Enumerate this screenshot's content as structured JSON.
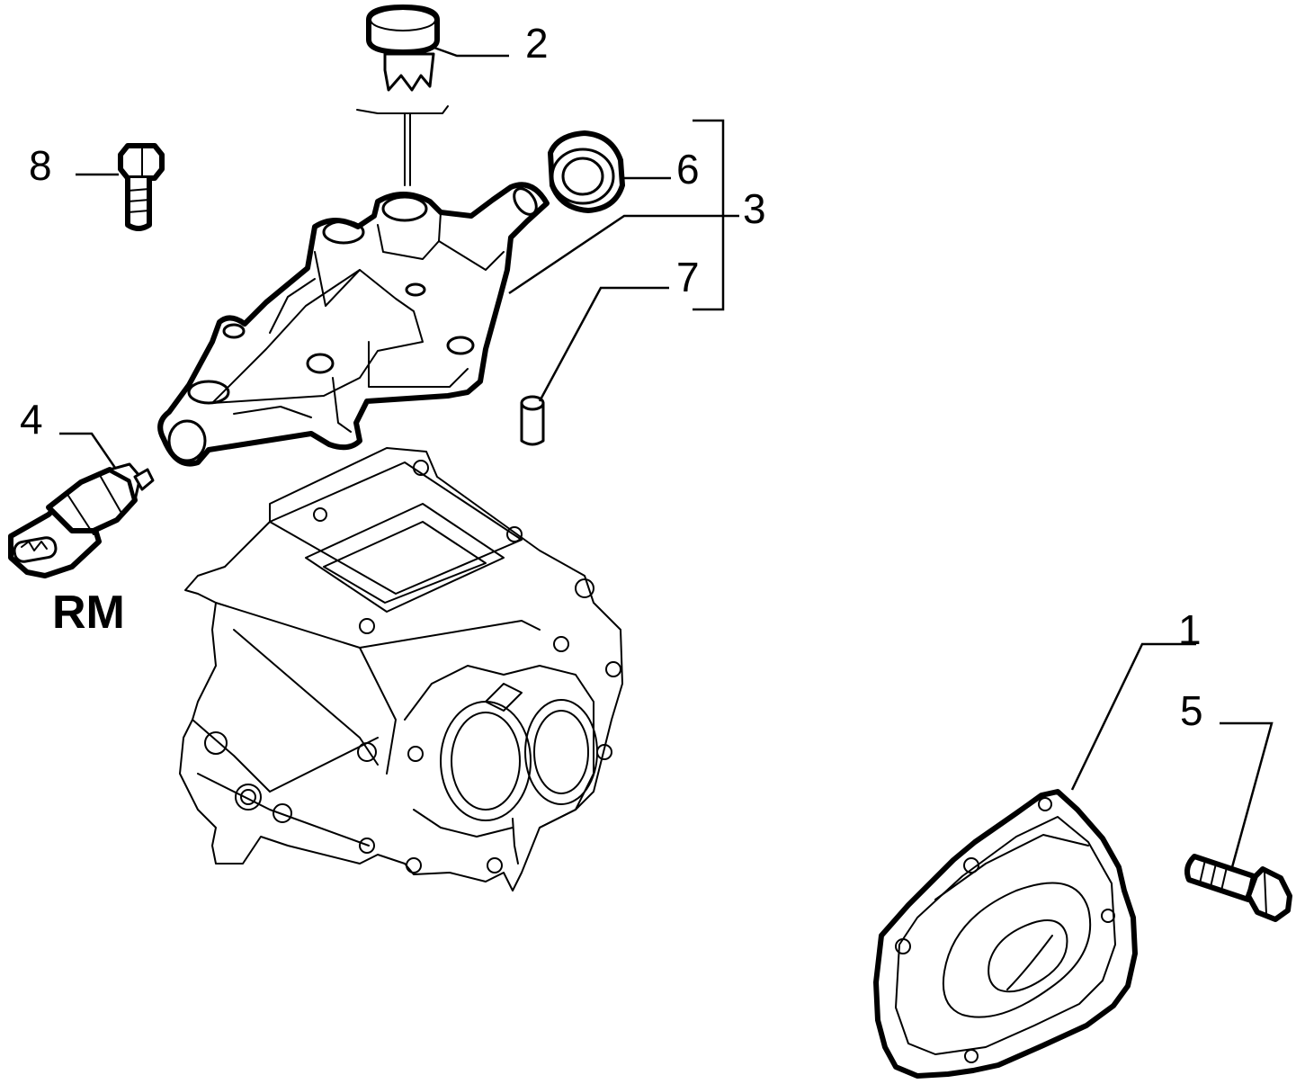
{
  "callouts": {
    "n1": "1",
    "n2": "2",
    "n3": "3",
    "n4": "4",
    "n5": "5",
    "n6": "6",
    "n7": "7",
    "n8": "8"
  },
  "variant_label": "RM"
}
